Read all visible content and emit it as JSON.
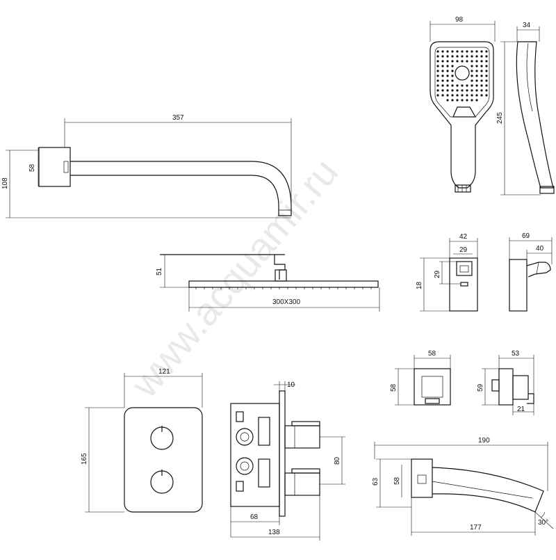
{
  "watermark": "www.acquamir.ru",
  "dimensions": {
    "arm_length": "357",
    "arm_height": "108",
    "arm_flange": "58",
    "head_width": "98",
    "head_depth": "34",
    "head_length": "245",
    "rain_height": "51",
    "rain_size": "300X300",
    "holder_width": "42",
    "holder_inner": "29",
    "holder_side": "29",
    "holder_height": "18",
    "holder_depth": "69",
    "holder_depth_inner": "40",
    "outlet_width": "58",
    "outlet_height": "58",
    "outlet_depth": "53",
    "outlet_side": "59",
    "outlet_nipple": "21",
    "panel_width": "121",
    "panel_height": "165",
    "body_plate": "10",
    "body_spacing": "80",
    "body_depth": "68",
    "body_total": "138",
    "spout_length": "190",
    "spout_height": "63",
    "spout_flange": "58",
    "spout_reach": "177",
    "spout_angle": "30°"
  }
}
